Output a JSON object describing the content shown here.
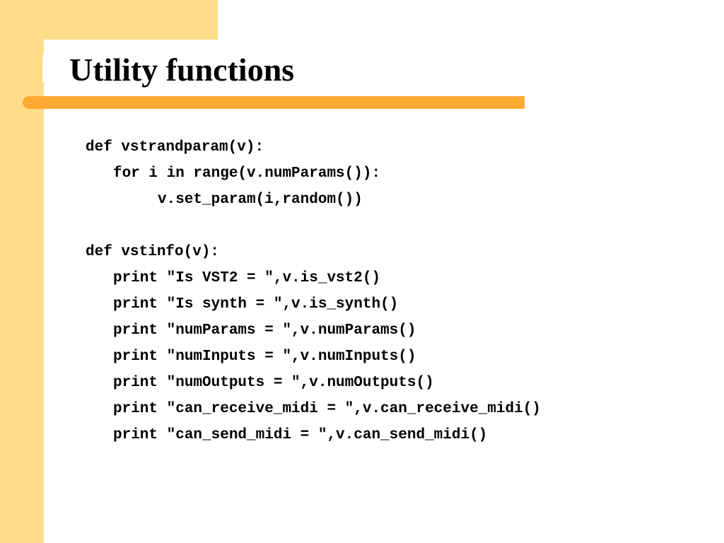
{
  "slide": {
    "title": "Utility functions",
    "code_lines": [
      "def vstrandparam(v):",
      "for i in range(v.numParams()):",
      "v.set_param(i,random())",
      "def vstinfo(v):",
      "print \"Is VST2 = \",v.is_vst2()",
      "print \"Is synth = \",v.is_synth()",
      "print \"numParams = \",v.numParams()",
      "print \"numInputs = \",v.numInputs()",
      "print \"numOutputs = \",v.numOutputs()",
      "print \"can_receive_midi = \",v.can_receive_midi()",
      "print \"can_send_midi = \",v.can_send_midi()"
    ]
  },
  "colors": {
    "sidebar": "#FFDD88",
    "title_rule": "#FFAA33",
    "text": "#000000"
  }
}
